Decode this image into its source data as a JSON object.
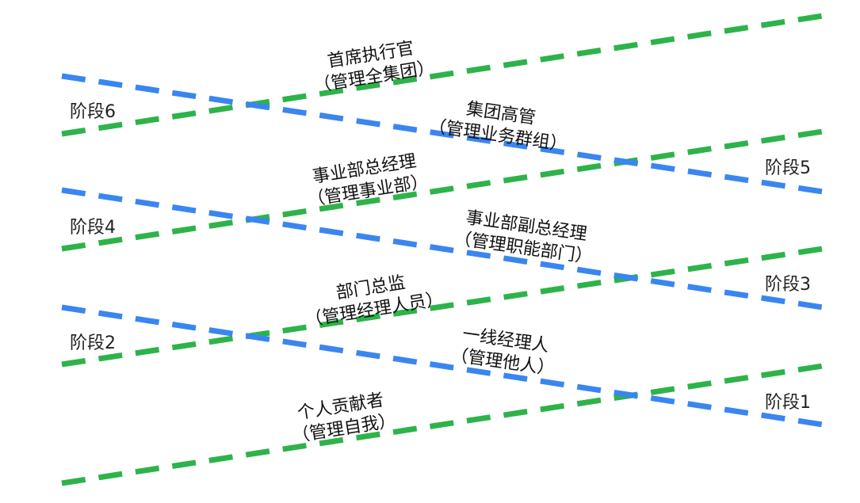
{
  "colors": {
    "green_line": "#2db34a",
    "blue_line": "#3a86f0",
    "text": "#111111"
  },
  "stages": [
    {
      "label": "阶段6"
    },
    {
      "label": "阶段5"
    },
    {
      "label": "阶段4"
    },
    {
      "label": "阶段3"
    },
    {
      "label": "阶段2"
    },
    {
      "label": "阶段1"
    }
  ],
  "roles": [
    {
      "title": "首席执行官",
      "scope": "（管理全集团）"
    },
    {
      "title": "集团高管",
      "scope": "（管理业务群组）"
    },
    {
      "title": "事业部总经理",
      "scope": "（管理事业部）"
    },
    {
      "title": "事业部副总经理",
      "scope": "（管理职能部门）"
    },
    {
      "title": "部门总监",
      "scope": "（管理经理人员）"
    },
    {
      "title": "一线经理人",
      "scope": "（管理他人）"
    },
    {
      "title": "个人贡献者",
      "scope": "（管理自我）"
    }
  ]
}
